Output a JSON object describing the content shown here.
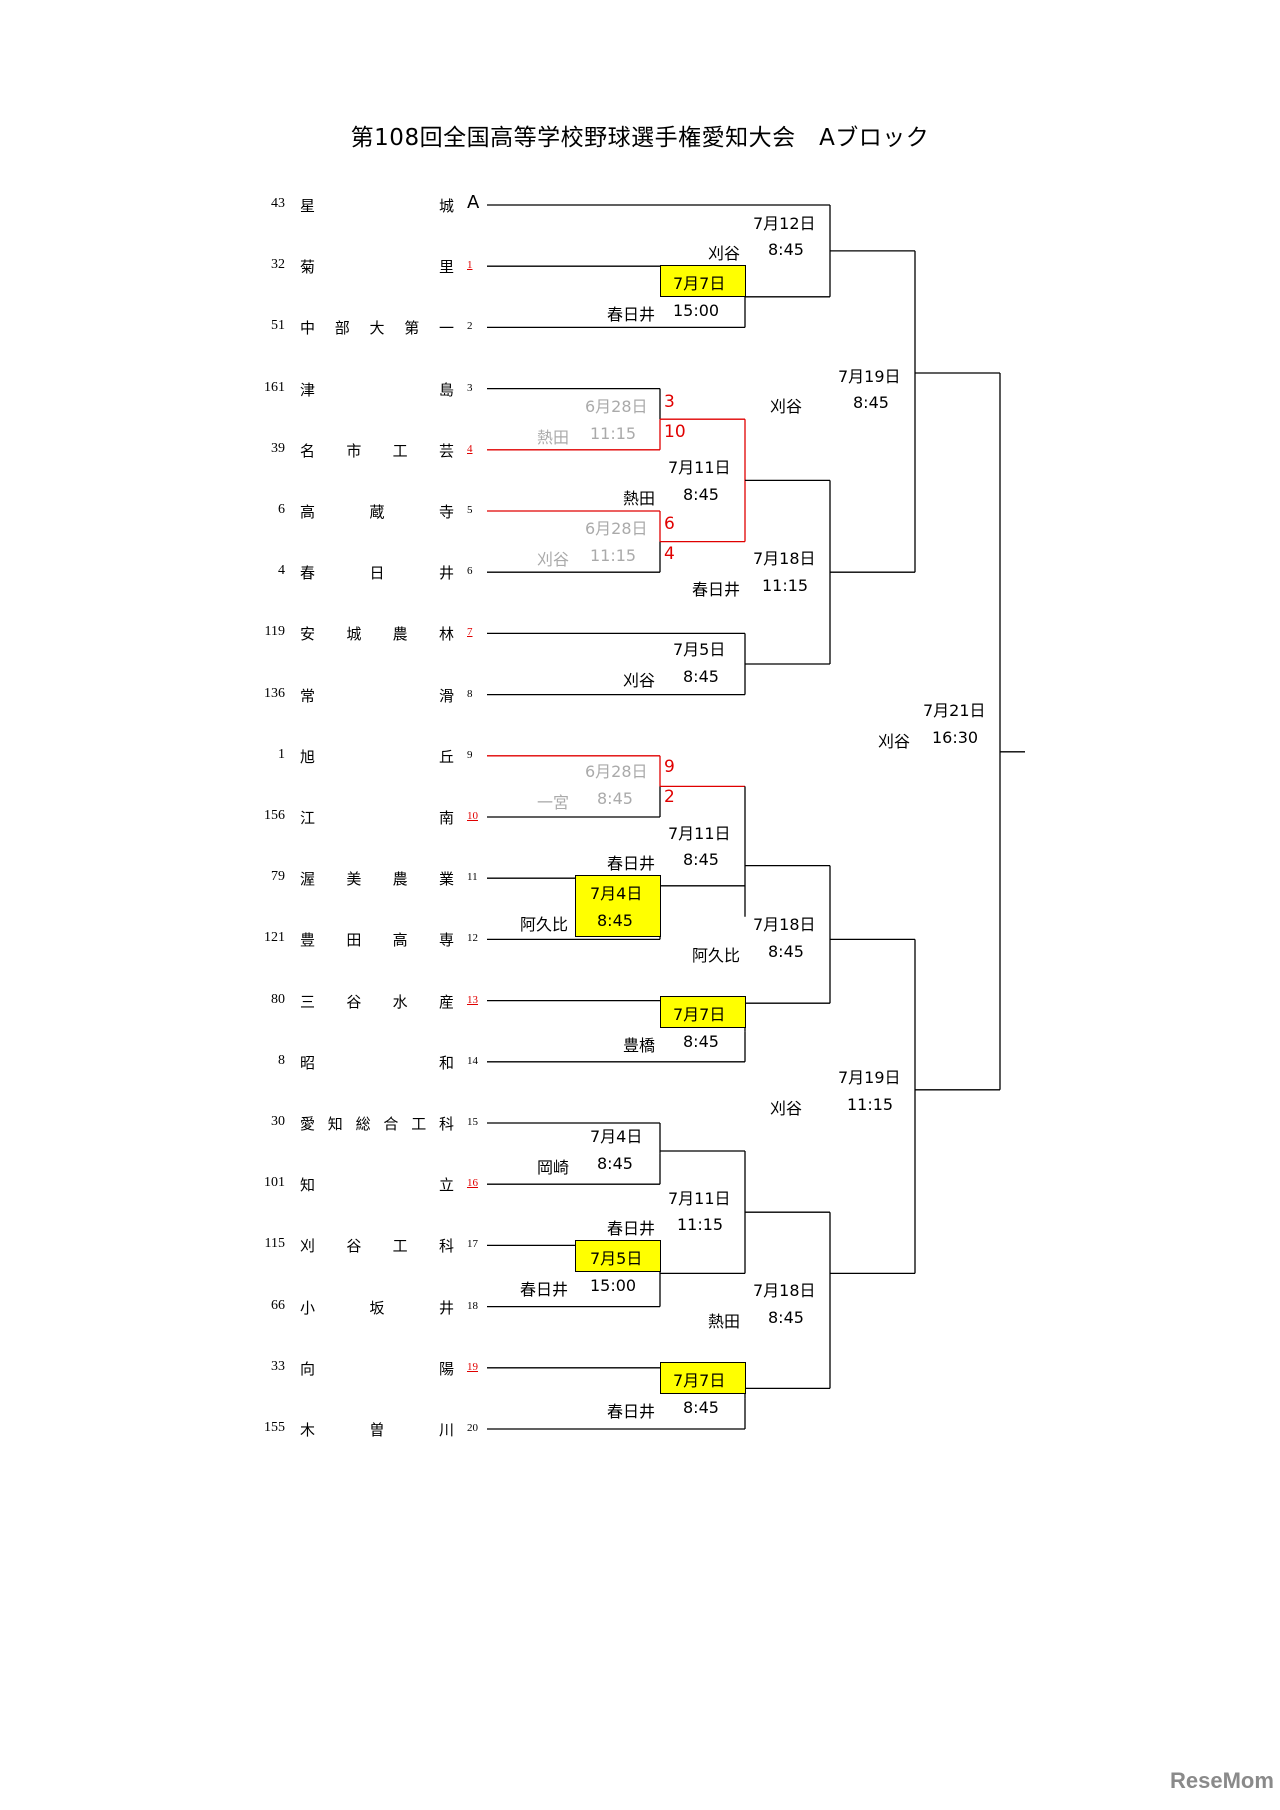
{
  "title": "第108回全国高等学校野球選手権愛知大会　Aブロック",
  "logo": "ReseMom",
  "teams": [
    {
      "num": "43",
      "name": "星城",
      "seed": "A",
      "seed_red": false
    },
    {
      "num": "32",
      "name": "菊里",
      "seed": "1",
      "seed_red": true
    },
    {
      "num": "51",
      "name": "中部大第一",
      "seed": "2",
      "seed_red": false
    },
    {
      "num": "161",
      "name": "津島",
      "seed": "3",
      "seed_red": false
    },
    {
      "num": "39",
      "name": "名市工芸",
      "seed": "4",
      "seed_red": true
    },
    {
      "num": "6",
      "name": "高蔵寺",
      "seed": "5",
      "seed_red": false
    },
    {
      "num": "4",
      "name": "春日井",
      "seed": "6",
      "seed_red": false
    },
    {
      "num": "119",
      "name": "安城農林",
      "seed": "7",
      "seed_red": true
    },
    {
      "num": "136",
      "name": "常滑",
      "seed": "8",
      "seed_red": false
    },
    {
      "num": "1",
      "name": "旭丘",
      "seed": "9",
      "seed_red": false
    },
    {
      "num": "156",
      "name": "江南",
      "seed": "10",
      "seed_red": true
    },
    {
      "num": "79",
      "name": "渥美農業",
      "seed": "11",
      "seed_red": false
    },
    {
      "num": "121",
      "name": "豊田高専",
      "seed": "12",
      "seed_red": false
    },
    {
      "num": "80",
      "name": "三谷水産",
      "seed": "13",
      "seed_red": true
    },
    {
      "num": "8",
      "name": "昭和",
      "seed": "14",
      "seed_red": false
    },
    {
      "num": "30",
      "name": "愛知総合工科",
      "seed": "15",
      "seed_red": false
    },
    {
      "num": "101",
      "name": "知立",
      "seed": "16",
      "seed_red": true
    },
    {
      "num": "115",
      "name": "刈谷工科",
      "seed": "17",
      "seed_red": false
    },
    {
      "num": "66",
      "name": "小坂井",
      "seed": "18",
      "seed_red": false
    },
    {
      "num": "33",
      "name": "向陽",
      "seed": "19",
      "seed_red": true
    },
    {
      "num": "155",
      "name": "木曽川",
      "seed": "20",
      "seed_red": false
    }
  ],
  "games": [
    {
      "date": "6月28日",
      "venue": "熱田",
      "time": "11:15",
      "played": true,
      "score_top": "3",
      "score_bottom": "10"
    },
    {
      "date": "6月28日",
      "venue": "刈谷",
      "time": "11:15",
      "played": true,
      "score_top": "6",
      "score_bottom": "4"
    },
    {
      "date": "6月28日",
      "venue": "一宮",
      "time": "8:45",
      "played": true,
      "score_top": "9",
      "score_bottom": "2"
    },
    {
      "date": "7月4日",
      "venue": "阿久比",
      "time": "8:45",
      "highlight": true
    },
    {
      "date": "7月4日",
      "venue": "岡崎",
      "time": "8:45"
    },
    {
      "date": "7月5日",
      "venue": "刈谷",
      "time": "8:45"
    },
    {
      "date": "7月5日",
      "venue": "春日井",
      "time": "15:00",
      "highlight": true
    },
    {
      "date": "7月7日",
      "venue": "春日井",
      "time": "15:00",
      "highlight": true
    },
    {
      "date": "7月7日",
      "venue": "豊橋",
      "time": "8:45",
      "highlight": true
    },
    {
      "date": "7月7日",
      "venue": "春日井",
      "time": "8:45",
      "highlight": true
    },
    {
      "date": "7月11日",
      "venue": "熱田",
      "time": "8:45"
    },
    {
      "date": "7月11日",
      "venue": "春日井",
      "time": "8:45"
    },
    {
      "date": "7月11日",
      "venue": "春日井",
      "time": "11:15"
    },
    {
      "date": "7月12日",
      "venue": "刈谷",
      "time": "8:45"
    },
    {
      "date": "7月18日",
      "venue": "春日井",
      "time": "11:15"
    },
    {
      "date": "7月18日",
      "venue": "阿久比",
      "time": "8:45"
    },
    {
      "date": "7月18日",
      "venue": "熱田",
      "time": "8:45"
    },
    {
      "date": "7月19日",
      "venue": "刈谷",
      "time": "8:45"
    },
    {
      "date": "7月19日",
      "venue": "刈谷",
      "time": "11:15"
    },
    {
      "date": "7月21日",
      "venue": "刈谷",
      "time": "16:30"
    }
  ],
  "colors": {
    "line": "#000000",
    "winner_line": "#e00000",
    "highlight": "#ffff00",
    "played_text": "#aaaaaa"
  }
}
